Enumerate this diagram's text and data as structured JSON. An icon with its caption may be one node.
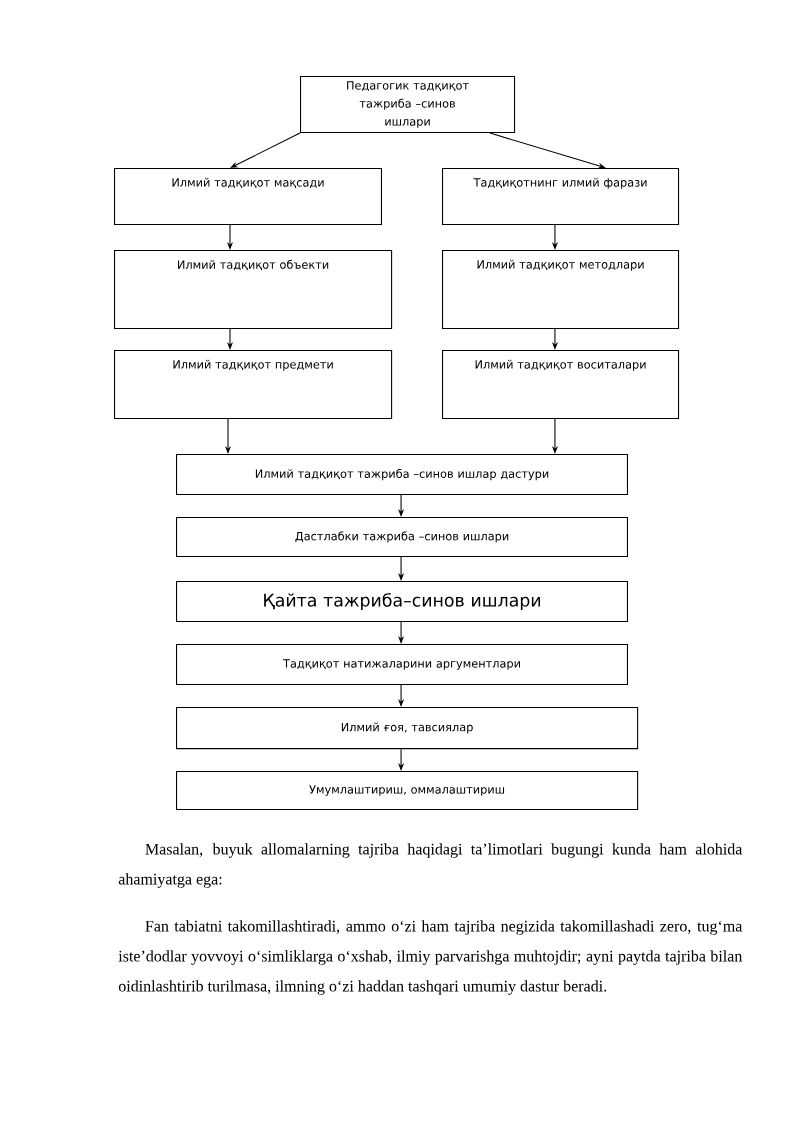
{
  "diagram": {
    "nodes": [
      {
        "text": [
          "Педагогик  тадқиқот тажриба –синов ишлари"
        ]
      },
      {
        "text": [
          "Илмий тадқиқот мақсади"
        ]
      },
      {
        "text": [
          "Тадқиқотнинг илмий фарази"
        ]
      },
      {
        "text": [
          "Илмий тадқиқот объекти"
        ]
      },
      {
        "text": [
          "Илмий тадқиқот методлари"
        ]
      },
      {
        "text": [
          "Илмий тадқиқот предмети"
        ]
      },
      {
        "text": [
          "Илмий тадқиқот воситалари"
        ]
      },
      {
        "text": [
          "Илмий тадқиқот тажриба –синов ишлар дастури"
        ]
      },
      {
        "text": [
          "Дастлабки тажриба –синов ишлари"
        ]
      },
      {
        "text": [
          "Қайта тажриба–синов ишлари"
        ]
      },
      {
        "text": [
          "Тадқиқот натижаларини аргументлари"
        ]
      },
      {
        "text": [
          "Илмий ғоя, тавсиялар"
        ]
      },
      {
        "text": [
          "Умумлаштириш, оммалаштириш"
        ]
      }
    ],
    "edges": [
      {
        "from": 0,
        "to": 1,
        "arrow": "to"
      },
      {
        "from": 0,
        "to": 2,
        "arrow": "to"
      },
      {
        "from": 1,
        "to": 3,
        "arrow": "to"
      },
      {
        "from": 2,
        "to": 4,
        "arrow": "to"
      },
      {
        "from": 3,
        "to": 5,
        "arrow": "to"
      },
      {
        "from": 4,
        "to": 6,
        "arrow": "to"
      },
      {
        "from": 5,
        "to": 7,
        "arrow": "to"
      },
      {
        "from": 6,
        "to": 7,
        "arrow": "to"
      },
      {
        "from": 7,
        "to": 8,
        "arrow": "to"
      },
      {
        "from": 8,
        "to": 9,
        "arrow": "to"
      },
      {
        "from": 9,
        "to": 10,
        "arrow": "to"
      },
      {
        "from": 10,
        "to": 11,
        "arrow": "to"
      },
      {
        "from": 11,
        "to": 12,
        "arrow": "to"
      }
    ],
    "labels": [
      "Masalan, buyuk allomalarning tajriba haqidagi ta’limotlari bugungi kunda ham alohida ahamiyatga ega:",
      "Fan tabiatni takomillashtiradi, ammo o‘zi ham tajriba negizida takomillashadi zero, tug‘ma iste’dodlar yovvoyi o‘simliklarga o‘xshab, ilmiy parvarishga muhtojdir; ayni paytda tajriba bilan oidinlashtirib turilmasa, ilmning o‘zi haddan tashqari umumiy dastur beradi."
    ]
  }
}
